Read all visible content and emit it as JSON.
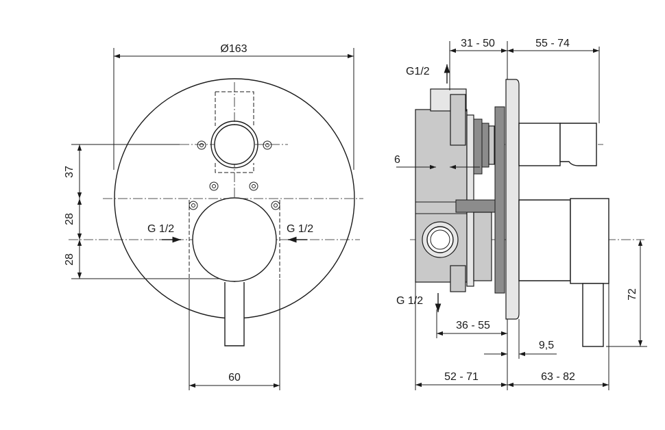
{
  "front_view": {
    "diameter_label": "Ø163",
    "dim_37": "37",
    "dim_28_upper": "28",
    "dim_28_lower": "28",
    "dim_60": "60",
    "inlet_left": "G 1/2",
    "inlet_right": "G 1/2"
  },
  "side_view": {
    "dim_31_50": "31 - 50",
    "dim_55_74": "55 - 74",
    "outlet_top": "G1/2",
    "dim_6": "6",
    "outlet_bottom": "G 1/2",
    "dim_36_55": "36 - 55",
    "dim_9_5": "9,5",
    "dim_72": "72",
    "dim_52_71": "52 - 71",
    "dim_63_82": "63 - 82"
  }
}
